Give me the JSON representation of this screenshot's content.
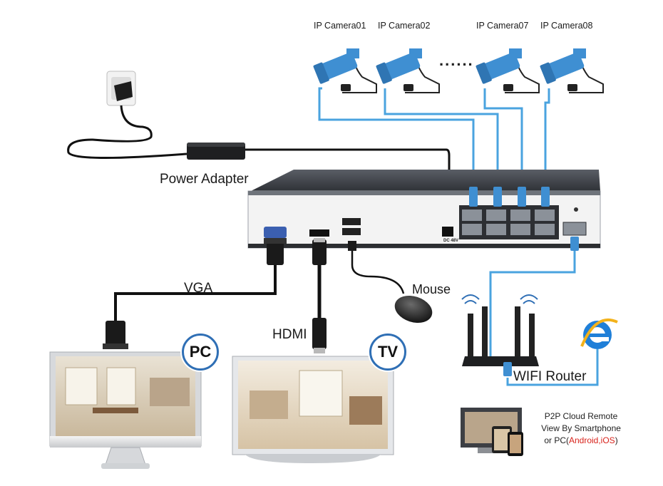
{
  "cameras": {
    "cam1": "IP Camera01",
    "cam2": "IP Camera02",
    "cam7": "IP Camera07",
    "cam8": "IP Camera08",
    "ellipsis": "......"
  },
  "labels": {
    "power_adapter": "Power Adapter",
    "vga": "VGA",
    "hdmi": "HDMI",
    "mouse": "Mouse",
    "wifi_router": "WIFI Router",
    "pc_badge": "PC",
    "tv_badge": "TV",
    "nvr_dc": "DC 48V"
  },
  "p2p": {
    "line1": "P2P Cloud Remote",
    "line2": "View By Smartphone",
    "line3_prefix": "or PC(",
    "line3_os": "Android,iOS",
    "line3_suffix": ")"
  },
  "colors": {
    "camera_blue": "#3f8fd2",
    "network_cable": "#4aa3df",
    "nvr_body": "#3a3d42",
    "badge_ring": "#2f6fb5",
    "browser_e": "#1f7fd8"
  }
}
